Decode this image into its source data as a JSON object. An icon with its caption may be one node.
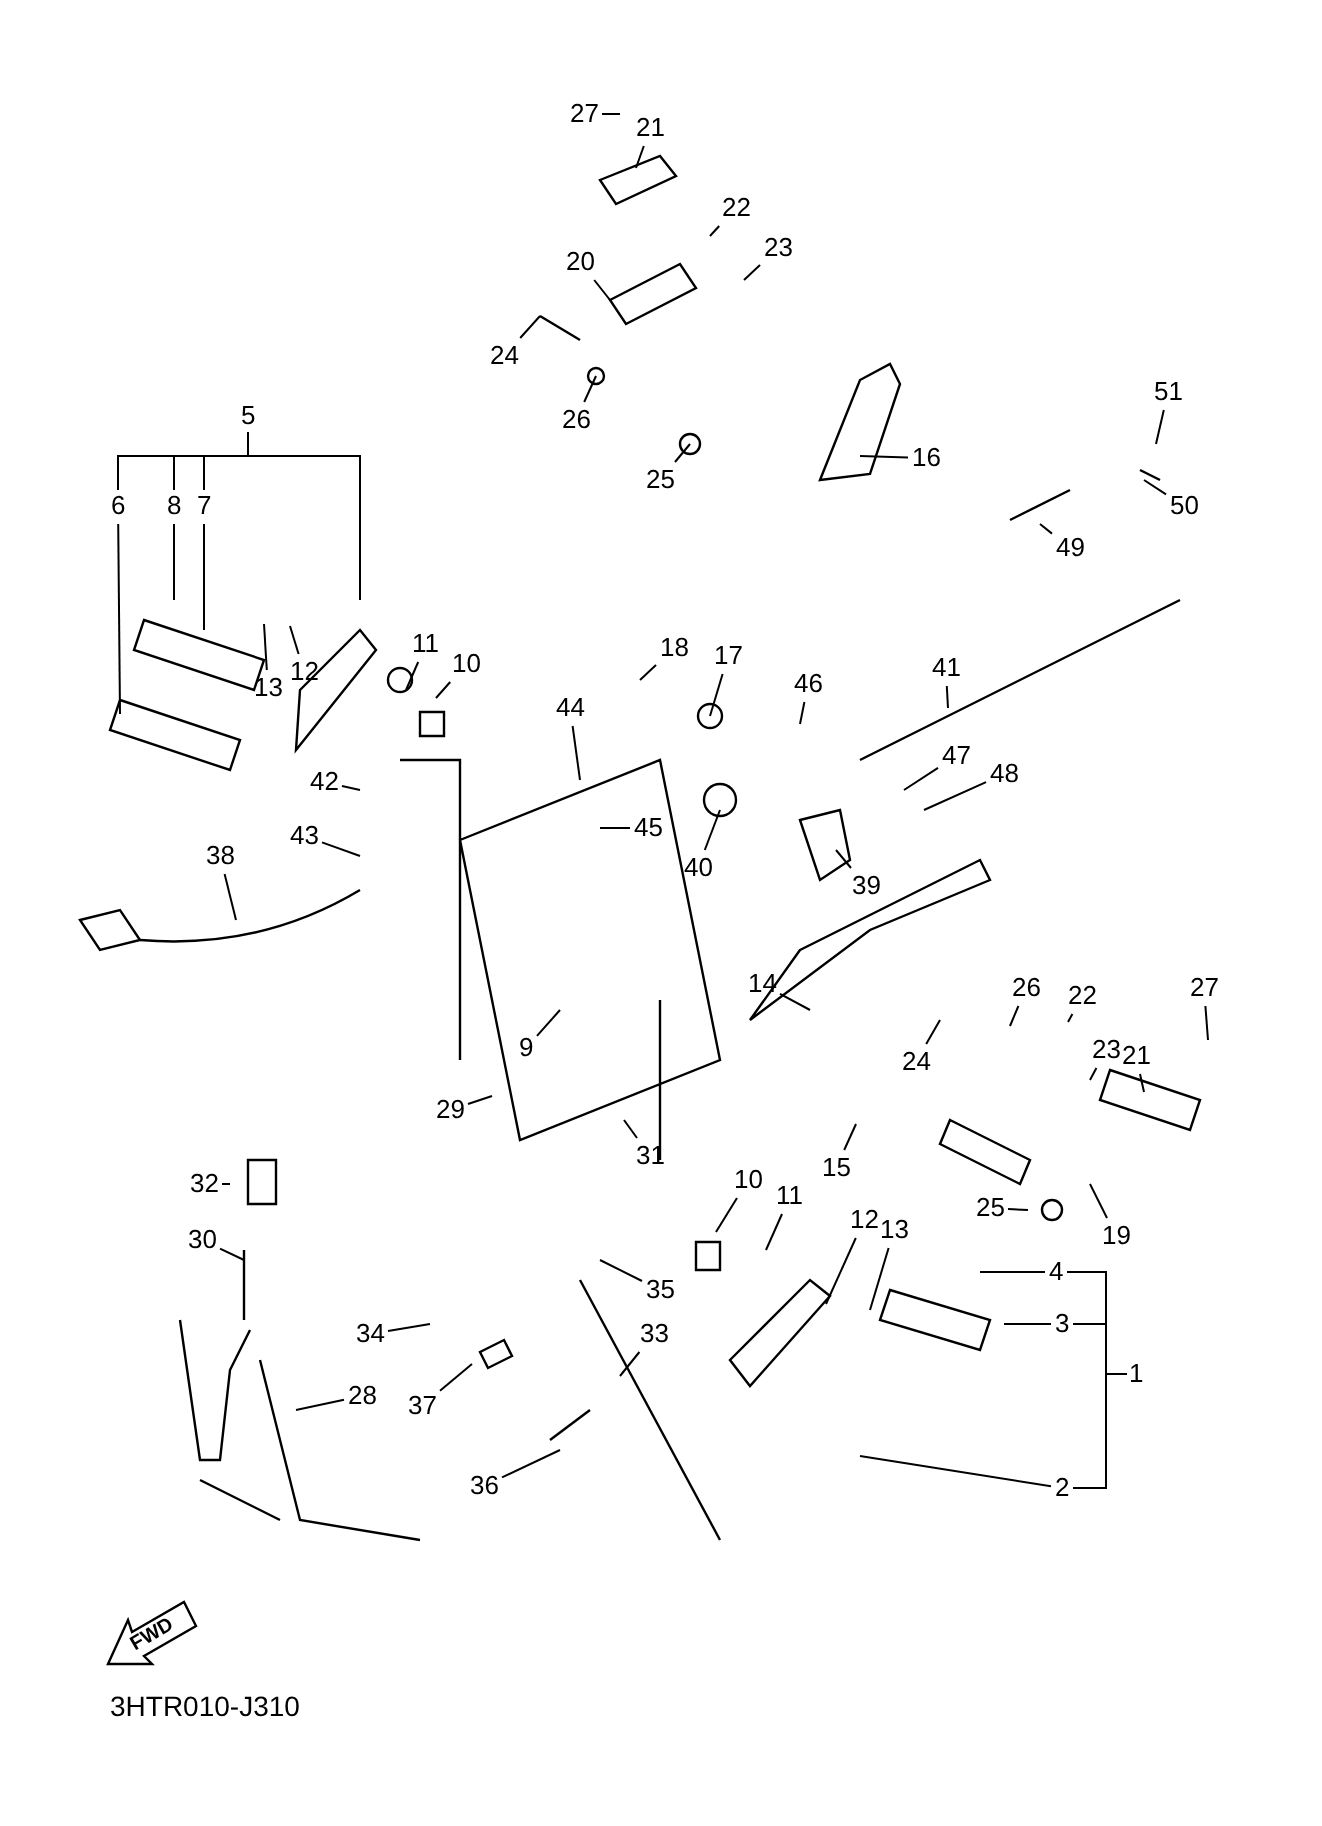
{
  "diagram": {
    "nodes": [
      {
        "text": [
          "27"
        ]
      },
      {
        "text": [
          "21"
        ]
      },
      {
        "text": [
          "22"
        ]
      },
      {
        "text": [
          "23"
        ]
      },
      {
        "text": [
          "20"
        ]
      },
      {
        "text": [
          "24"
        ]
      },
      {
        "text": [
          "26"
        ]
      },
      {
        "text": [
          "25"
        ]
      },
      {
        "text": [
          "16"
        ]
      },
      {
        "text": [
          "5"
        ]
      },
      {
        "text": [
          "6"
        ]
      },
      {
        "text": [
          "8"
        ]
      },
      {
        "text": [
          "7"
        ]
      },
      {
        "text": [
          "51"
        ]
      },
      {
        "text": [
          "50"
        ]
      },
      {
        "text": [
          "49"
        ]
      },
      {
        "text": [
          "13"
        ]
      },
      {
        "text": [
          "12"
        ]
      },
      {
        "text": [
          "11"
        ]
      },
      {
        "text": [
          "10"
        ]
      },
      {
        "text": [
          "18"
        ]
      },
      {
        "text": [
          "17"
        ]
      },
      {
        "text": [
          "41"
        ]
      },
      {
        "text": [
          "46"
        ]
      },
      {
        "text": [
          "44"
        ]
      },
      {
        "text": [
          "47"
        ]
      },
      {
        "text": [
          "48"
        ]
      },
      {
        "text": [
          "42"
        ]
      },
      {
        "text": [
          "45"
        ]
      },
      {
        "text": [
          "43"
        ]
      },
      {
        "text": [
          "38"
        ]
      },
      {
        "text": [
          "40"
        ]
      },
      {
        "text": [
          "39"
        ]
      },
      {
        "text": [
          "14"
        ]
      },
      {
        "text": [
          "26"
        ]
      },
      {
        "text": [
          "22"
        ]
      },
      {
        "text": [
          "24"
        ]
      },
      {
        "text": [
          "23"
        ]
      },
      {
        "text": [
          "21"
        ]
      },
      {
        "text": [
          "27"
        ]
      },
      {
        "text": [
          "9"
        ]
      },
      {
        "text": [
          "29"
        ]
      },
      {
        "text": [
          "15"
        ]
      },
      {
        "text": [
          "25"
        ]
      },
      {
        "text": [
          "19"
        ]
      },
      {
        "text": [
          "31"
        ]
      },
      {
        "text": [
          "32"
        ]
      },
      {
        "text": [
          "10"
        ]
      },
      {
        "text": [
          "11"
        ]
      },
      {
        "text": [
          "12"
        ]
      },
      {
        "text": [
          "13"
        ]
      },
      {
        "text": [
          "30"
        ]
      },
      {
        "text": [
          "4"
        ]
      },
      {
        "text": [
          "35"
        ]
      },
      {
        "text": [
          "3"
        ]
      },
      {
        "text": [
          "28"
        ]
      },
      {
        "text": [
          "34"
        ]
      },
      {
        "text": [
          "37"
        ]
      },
      {
        "text": [
          "33"
        ]
      },
      {
        "text": [
          "1"
        ]
      },
      {
        "text": [
          "36"
        ]
      },
      {
        "text": [
          "2"
        ]
      },
      {
        "text": [
          "FWD"
        ]
      }
    ],
    "edges": [
      {
        "from": 0,
        "to": null,
        "arrow": "none"
      },
      {
        "from": 1,
        "to": null,
        "arrow": "none"
      },
      {
        "from": 2,
        "to": null,
        "arrow": "none"
      },
      {
        "from": 3,
        "to": null,
        "arrow": "none"
      },
      {
        "from": 4,
        "to": null,
        "arrow": "none"
      },
      {
        "from": 5,
        "to": null,
        "arrow": "none"
      },
      {
        "from": 6,
        "to": null,
        "arrow": "none"
      },
      {
        "from": 7,
        "to": null,
        "arrow": "none"
      },
      {
        "from": 8,
        "to": null,
        "arrow": "none"
      },
      {
        "from": 9,
        "to": null,
        "arrow": "none"
      },
      {
        "from": 9,
        "to": 10,
        "arrow": "none"
      },
      {
        "from": 9,
        "to": 11,
        "arrow": "none"
      },
      {
        "from": 9,
        "to": 12,
        "arrow": "none"
      },
      {
        "from": 10,
        "to": null,
        "arrow": "none"
      },
      {
        "from": 11,
        "to": null,
        "arrow": "none"
      },
      {
        "from": 12,
        "to": null,
        "arrow": "none"
      },
      {
        "from": 13,
        "to": null,
        "arrow": "none"
      },
      {
        "from": 14,
        "to": null,
        "arrow": "none"
      },
      {
        "from": 15,
        "to": null,
        "arrow": "none"
      },
      {
        "from": 16,
        "to": null,
        "arrow": "none"
      },
      {
        "from": 17,
        "to": null,
        "arrow": "none"
      },
      {
        "from": 18,
        "to": null,
        "arrow": "none"
      },
      {
        "from": 19,
        "to": null,
        "arrow": "none"
      },
      {
        "from": 20,
        "to": null,
        "arrow": "none"
      },
      {
        "from": 21,
        "to": null,
        "arrow": "none"
      },
      {
        "from": 22,
        "to": null,
        "arrow": "none"
      },
      {
        "from": 23,
        "to": null,
        "arrow": "none"
      },
      {
        "from": 24,
        "to": null,
        "arrow": "none"
      },
      {
        "from": 25,
        "to": null,
        "arrow": "none"
      },
      {
        "from": 26,
        "to": null,
        "arrow": "none"
      },
      {
        "from": 27,
        "to": null,
        "arrow": "none"
      },
      {
        "from": 28,
        "to": null,
        "arrow": "none"
      },
      {
        "from": 29,
        "to": null,
        "arrow": "none"
      },
      {
        "from": 30,
        "to": null,
        "arrow": "none"
      },
      {
        "from": 31,
        "to": null,
        "arrow": "none"
      },
      {
        "from": 32,
        "to": null,
        "arrow": "none"
      },
      {
        "from": 33,
        "to": null,
        "arrow": "none"
      },
      {
        "from": 34,
        "to": null,
        "arrow": "none"
      },
      {
        "from": 35,
        "to": null,
        "arrow": "none"
      },
      {
        "from": 36,
        "to": null,
        "arrow": "none"
      },
      {
        "from": 37,
        "to": null,
        "arrow": "none"
      },
      {
        "from": 38,
        "to": null,
        "arrow": "none"
      },
      {
        "from": 39,
        "to": null,
        "arrow": "none"
      },
      {
        "from": 40,
        "to": null,
        "arrow": "none"
      },
      {
        "from": 41,
        "to": null,
        "arrow": "none"
      },
      {
        "from": 42,
        "to": null,
        "arrow": "none"
      },
      {
        "from": 43,
        "to": null,
        "arrow": "none"
      },
      {
        "from": 44,
        "to": null,
        "arrow": "none"
      },
      {
        "from": 45,
        "to": null,
        "arrow": "none"
      },
      {
        "from": 46,
        "to": null,
        "arrow": "none"
      },
      {
        "from": 47,
        "to": null,
        "arrow": "none"
      },
      {
        "from": 48,
        "to": null,
        "arrow": "none"
      },
      {
        "from": 49,
        "to": null,
        "arrow": "none"
      },
      {
        "from": 50,
        "to": null,
        "arrow": "none"
      },
      {
        "from": 51,
        "to": null,
        "arrow": "none"
      },
      {
        "from": 52,
        "to": null,
        "arrow": "none"
      },
      {
        "from": 53,
        "to": null,
        "arrow": "none"
      },
      {
        "from": 54,
        "to": null,
        "arrow": "none"
      },
      {
        "from": 55,
        "to": null,
        "arrow": "none"
      },
      {
        "from": 56,
        "to": null,
        "arrow": "none"
      },
      {
        "from": 57,
        "to": null,
        "arrow": "none"
      },
      {
        "from": 58,
        "to": null,
        "arrow": "none"
      },
      {
        "from": 59,
        "to": 52,
        "arrow": "none"
      },
      {
        "from": 59,
        "to": 54,
        "arrow": "none"
      },
      {
        "from": 59,
        "to": 61,
        "arrow": "none"
      },
      {
        "from": 60,
        "to": null,
        "arrow": "none"
      },
      {
        "from": 61,
        "to": null,
        "arrow": "none"
      }
    ],
    "labels": [
      "3HTR010-J310"
    ]
  }
}
